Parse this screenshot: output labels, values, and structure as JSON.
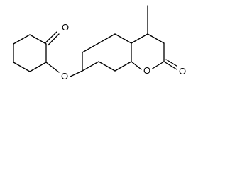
{
  "molecule": {
    "atoms": {
      "methyl_label": "",
      "ketone_oxygen": "O",
      "ether_oxygen": "O",
      "ring_oxygen": "O",
      "lactone_oxygen": "O"
    }
  },
  "colors": {
    "bond": "#000000",
    "label": "#000000",
    "background": "#ffffff"
  }
}
